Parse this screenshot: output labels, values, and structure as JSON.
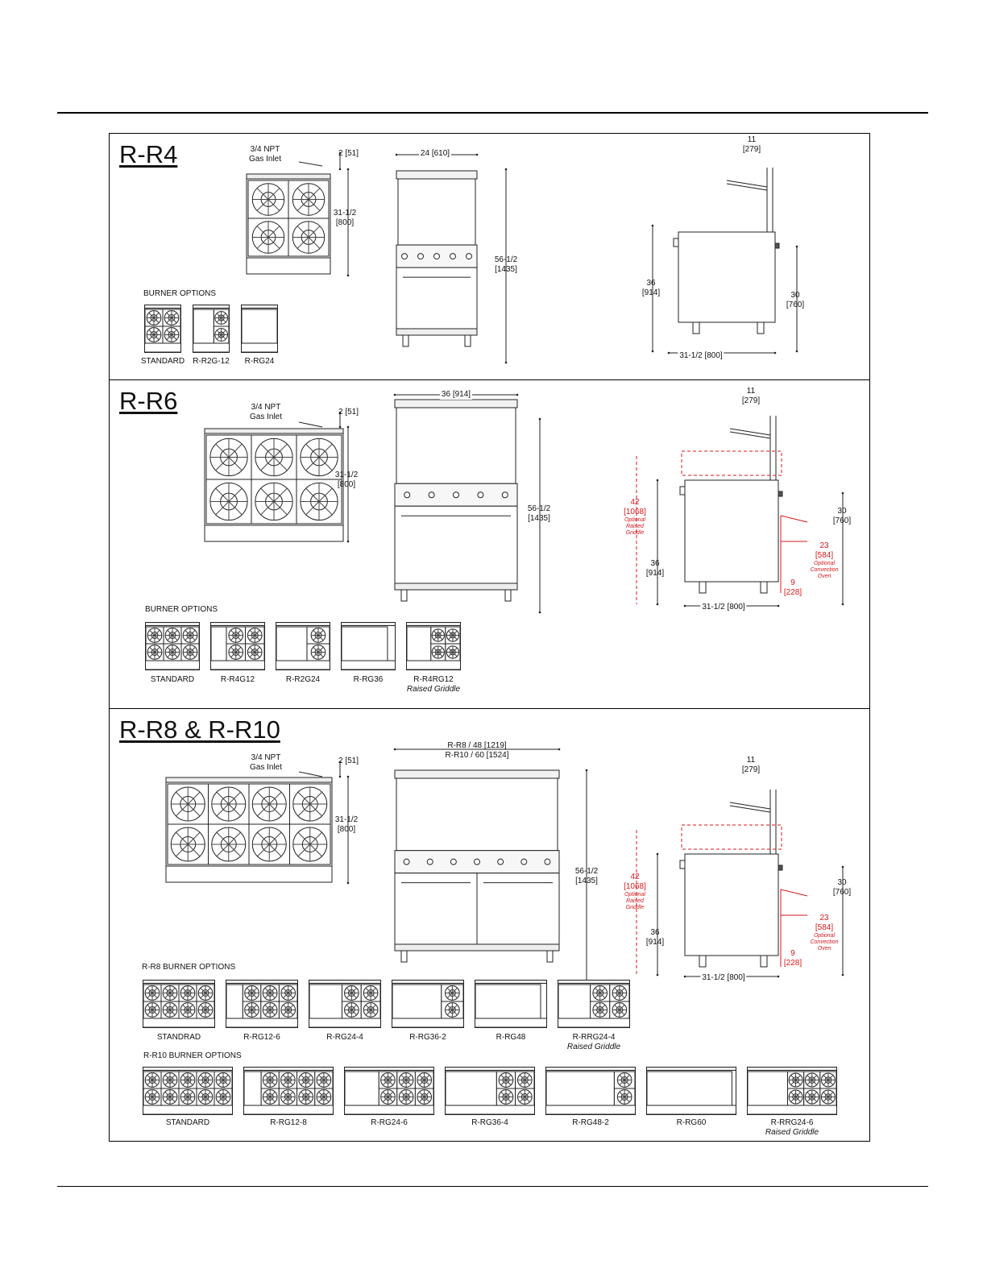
{
  "sections": [
    {
      "id": "r4",
      "title": "R-R4",
      "gas_inlet": [
        "3/4 NPT",
        "Gas Inlet"
      ],
      "top_depth": "2 [51]",
      "depth": [
        "31-1/2",
        "[800]"
      ],
      "front_width": "24 [610]",
      "front_height": [
        "56-1/2",
        "[1435]"
      ],
      "side_shelf": [
        "11",
        "[279]"
      ],
      "side_height": [
        "36",
        "[914]"
      ],
      "side_inlet_height": [
        "30",
        "[760]"
      ],
      "side_depth": "31-1/2 [800]",
      "options_header": "BURNER OPTIONS",
      "options": [
        {
          "label": "STANDARD",
          "sub": ""
        },
        {
          "label": "R-R2G-12",
          "sub": ""
        },
        {
          "label": "R-RG24",
          "sub": ""
        }
      ]
    },
    {
      "id": "r6",
      "title": "R-R6",
      "gas_inlet": [
        "3/4 NPT",
        "Gas Inlet"
      ],
      "top_depth": "2 [51]",
      "depth": [
        "31-1/2",
        "[800]"
      ],
      "front_width": "36 [914]",
      "front_height": [
        "56-1/2",
        "[1435]"
      ],
      "side_shelf": [
        "11",
        "[279]"
      ],
      "side_raised": [
        "42",
        "[1068]",
        "Optional",
        "Raised",
        "Griddle"
      ],
      "side_height": [
        "36",
        "[914]"
      ],
      "side_inlet_height": [
        "30",
        "[760]"
      ],
      "side_oven": [
        "23",
        "[584]",
        "Optional",
        "Convection",
        "Oven"
      ],
      "side_leg": [
        "9",
        "[228]"
      ],
      "side_depth": "31-1/2 [800]",
      "options_header": "BURNER OPTIONS",
      "options": [
        {
          "label": "STANDARD",
          "sub": ""
        },
        {
          "label": "R-R4G12",
          "sub": ""
        },
        {
          "label": "R-R2G24",
          "sub": ""
        },
        {
          "label": "R-RG36",
          "sub": ""
        },
        {
          "label": "R-R4RG12",
          "sub": "Raised Griddle"
        }
      ]
    },
    {
      "id": "r8",
      "title": "R-R8 & R-R10",
      "gas_inlet": [
        "3/4 NPT",
        "Gas Inlet"
      ],
      "top_depth": "2 [51]",
      "depth": [
        "31-1/2",
        "[800]"
      ],
      "front_width": [
        "R-R8 / 48 [1219]",
        "R-R10 / 60 [1524]"
      ],
      "front_height": [
        "56-1/2",
        "[1435]"
      ],
      "side_shelf": [
        "11",
        "[279]"
      ],
      "side_raised": [
        "42",
        "[1068]",
        "Optional",
        "Raised",
        "Griddle"
      ],
      "side_height": [
        "36",
        "[914]"
      ],
      "side_inlet_height": [
        "30",
        "[760]"
      ],
      "side_oven": [
        "23",
        "[584]",
        "Optional",
        "Convection",
        "Oven"
      ],
      "side_leg": [
        "9",
        "[228]"
      ],
      "side_depth": "31-1/2 [800]",
      "options_header": "R-R8 BURNER OPTIONS",
      "options": [
        {
          "label": "STANDRAD",
          "sub": ""
        },
        {
          "label": "R-RG12-6",
          "sub": ""
        },
        {
          "label": "R-RG24-4",
          "sub": ""
        },
        {
          "label": "R-RG36-2",
          "sub": ""
        },
        {
          "label": "R-RG48",
          "sub": ""
        },
        {
          "label": "R-RRG24-4",
          "sub": "Raised Griddle"
        }
      ],
      "options2_header": "R-R10 BURNER OPTIONS",
      "options2": [
        {
          "label": "STANDARD",
          "sub": ""
        },
        {
          "label": "R-RG12-8",
          "sub": ""
        },
        {
          "label": "R-RG24-6",
          "sub": ""
        },
        {
          "label": "R-RG36-4",
          "sub": ""
        },
        {
          "label": "R-RG48-2",
          "sub": ""
        },
        {
          "label": "R-RG60",
          "sub": ""
        },
        {
          "label": "R-RRG24-6",
          "sub": "Raised Griddle"
        }
      ]
    }
  ]
}
